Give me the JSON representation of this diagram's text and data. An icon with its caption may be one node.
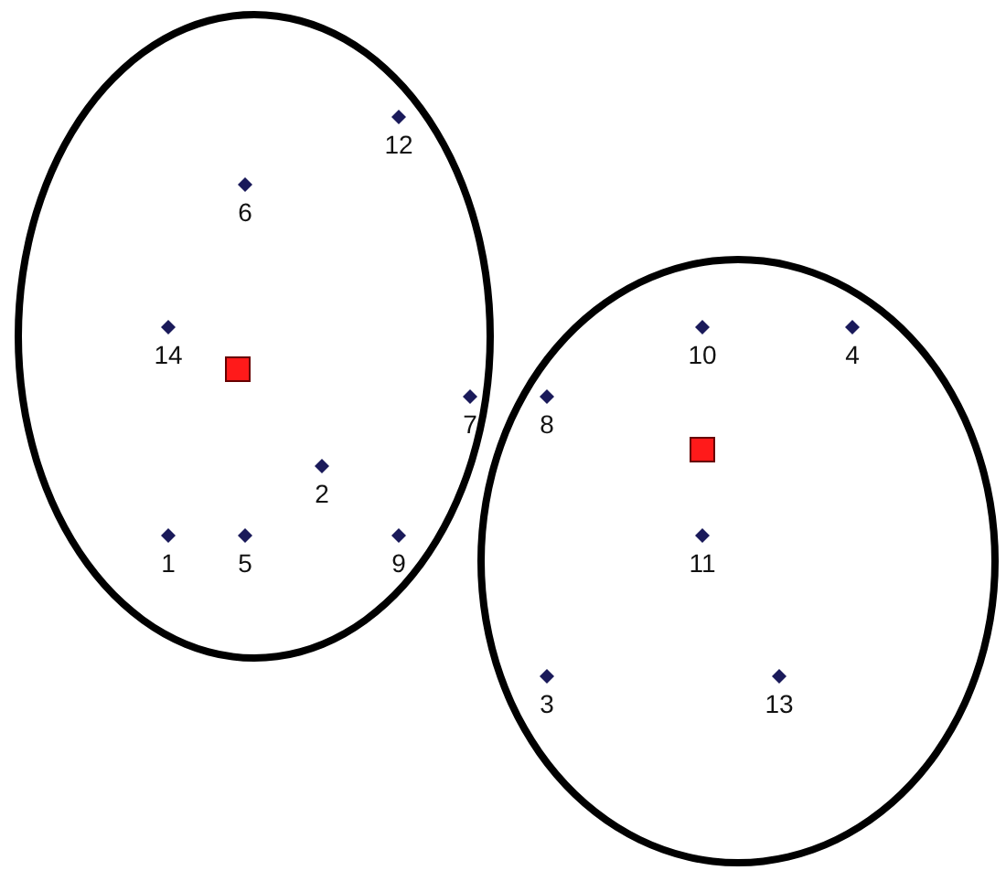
{
  "diagram": {
    "nodes": [
      {
        "text": [],
        "shape": "ellipse"
      },
      {
        "text": [
          "12"
        ],
        "in": 0
      },
      {
        "text": [
          "6"
        ],
        "in": 0
      },
      {
        "text": [
          "14"
        ],
        "in": 0
      },
      {
        "text": [],
        "shape": "box",
        "in": 0
      },
      {
        "text": [
          "7"
        ],
        "in": 0
      },
      {
        "text": [
          "2"
        ],
        "in": 0
      },
      {
        "text": [
          "1"
        ],
        "in": 0
      },
      {
        "text": [
          "5"
        ],
        "in": 0
      },
      {
        "text": [
          "9"
        ],
        "in": 0
      },
      {
        "text": [],
        "shape": "ellipse"
      },
      {
        "text": [
          "10"
        ],
        "in": 10
      },
      {
        "text": [
          "4"
        ],
        "in": 10
      },
      {
        "text": [
          "8"
        ],
        "in": 10
      },
      {
        "text": [],
        "shape": "box",
        "in": 10
      },
      {
        "text": [
          "11"
        ],
        "in": 10
      },
      {
        "text": [
          "3"
        ],
        "in": 10
      },
      {
        "text": [
          "13"
        ],
        "in": 10
      }
    ]
  }
}
